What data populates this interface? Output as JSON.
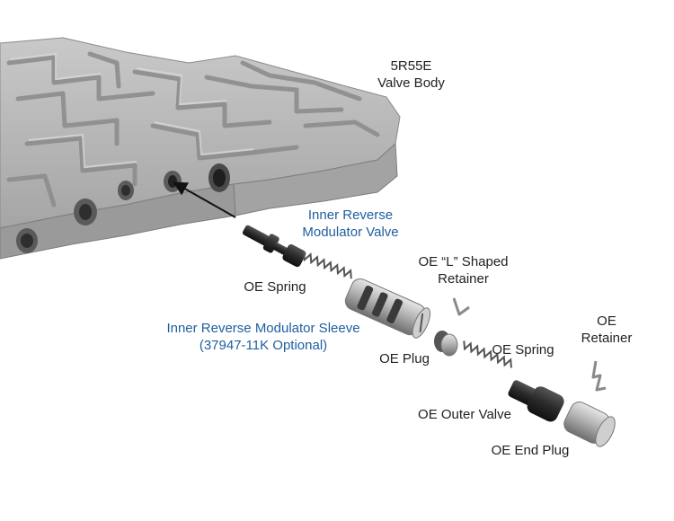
{
  "colors": {
    "text_black": "#222222",
    "text_blue": "#1f5fa0",
    "casting": "#b9b9b9",
    "steel": "#a9a9a9",
    "dark_part": "#2a2a2a"
  },
  "labels": {
    "valve_body": [
      "5R55E",
      "Valve Body"
    ],
    "inner_reverse_modulator_valve": [
      "Inner Reverse",
      "Modulator Valve"
    ],
    "oe_spring_1": [
      "OE Spring"
    ],
    "l_shaped_retainer": [
      "OE “L” Shaped",
      "Retainer"
    ],
    "inner_reverse_modulator_sleeve": [
      "Inner Reverse Modulator Sleeve",
      "(37947-11K Optional)"
    ],
    "oe_plug": [
      "OE Plug"
    ],
    "oe_spring_2": [
      "OE Spring"
    ],
    "oe_retainer": [
      "OE",
      "Retainer"
    ],
    "oe_outer_valve": [
      "OE Outer Valve"
    ],
    "oe_end_plug": [
      "OE End Plug"
    ]
  }
}
